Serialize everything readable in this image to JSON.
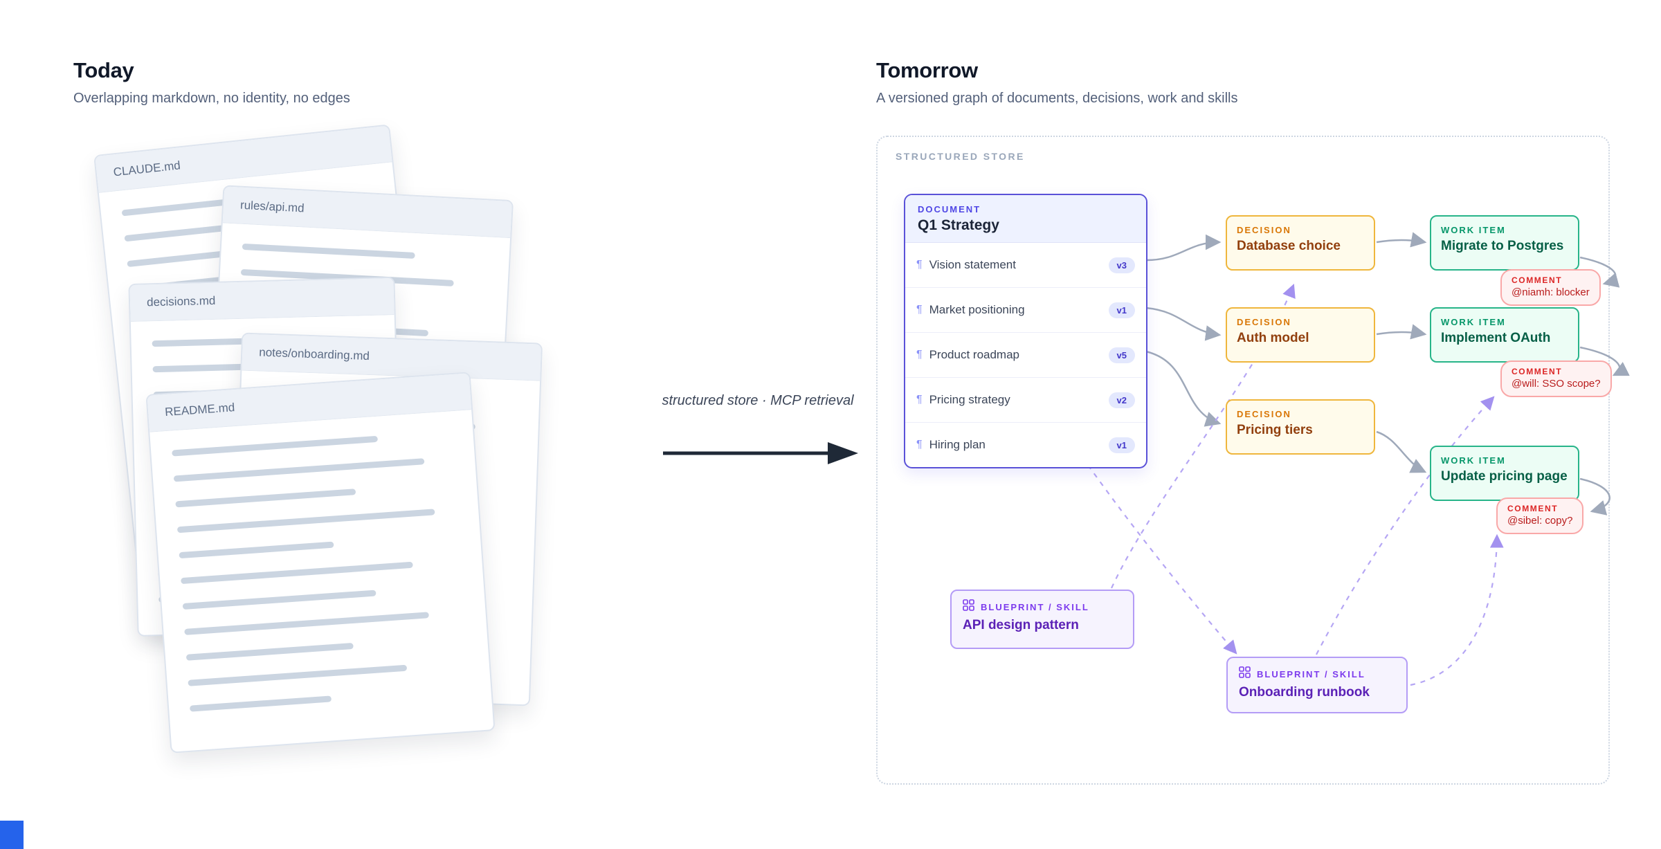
{
  "left": {
    "title": "Today",
    "subtitle": "Overlapping markdown, no identity, no edges",
    "papers": [
      {
        "title": "CLAUDE.md"
      },
      {
        "title": "rules/api.md"
      },
      {
        "title": "decisions.md"
      },
      {
        "title": "notes/onboarding.md"
      },
      {
        "title": "README.md"
      }
    ]
  },
  "middle": {
    "caption": "structured store · MCP retrieval"
  },
  "right": {
    "title": "Tomorrow",
    "subtitle": "A versioned graph of documents, decisions, work and skills",
    "store_label": "STRUCTURED STORE",
    "labels": {
      "document": "DOCUMENT",
      "decision": "DECISION",
      "work_item": "WORK ITEM",
      "comment": "COMMENT",
      "blueprint": "BLUEPRINT / SKILL"
    },
    "document": {
      "title": "Q1 Strategy",
      "section_glyph": "¶",
      "sections": [
        {
          "name": "Vision statement",
          "version": "v3"
        },
        {
          "name": "Market positioning",
          "version": "v1"
        },
        {
          "name": "Product roadmap",
          "version": "v5"
        },
        {
          "name": "Pricing strategy",
          "version": "v2"
        },
        {
          "name": "Hiring plan",
          "version": "v1"
        }
      ]
    },
    "decisions": [
      {
        "title": "Database choice"
      },
      {
        "title": "Auth model"
      },
      {
        "title": "Pricing tiers"
      }
    ],
    "work_items": [
      {
        "title": "Migrate to Postgres"
      },
      {
        "title": "Implement OAuth"
      },
      {
        "title": "Update pricing page"
      }
    ],
    "comments": [
      {
        "text": "@niamh: blocker"
      },
      {
        "text": "@will: SSO scope?"
      },
      {
        "text": "@sibel: copy?"
      }
    ],
    "blueprints": [
      {
        "title": "API design pattern"
      },
      {
        "title": "Onboarding runbook"
      }
    ]
  },
  "colors": {
    "heading": "#101828",
    "muted": "#53607a",
    "paper_line": "#cbd5e1",
    "indigo": "#4f46e5",
    "indigo_badge": "#4338ca",
    "amber": "#d97706",
    "amber_border": "#efb63c",
    "decision_title": "#92400e",
    "emerald": "#059669",
    "emerald_border": "#27b489",
    "work_title": "#065f46",
    "red": "#dc2626",
    "red_border": "#f9a8a8",
    "comment_text": "#b91c1c",
    "violet": "#7c3aed",
    "violet_border": "#b49cf6",
    "blueprint_title": "#5b21b6",
    "edge": "#9fa9ba",
    "edge_dashed": "#b5a6f4",
    "arrow": "#1f2937",
    "corner": "#2563eb"
  }
}
